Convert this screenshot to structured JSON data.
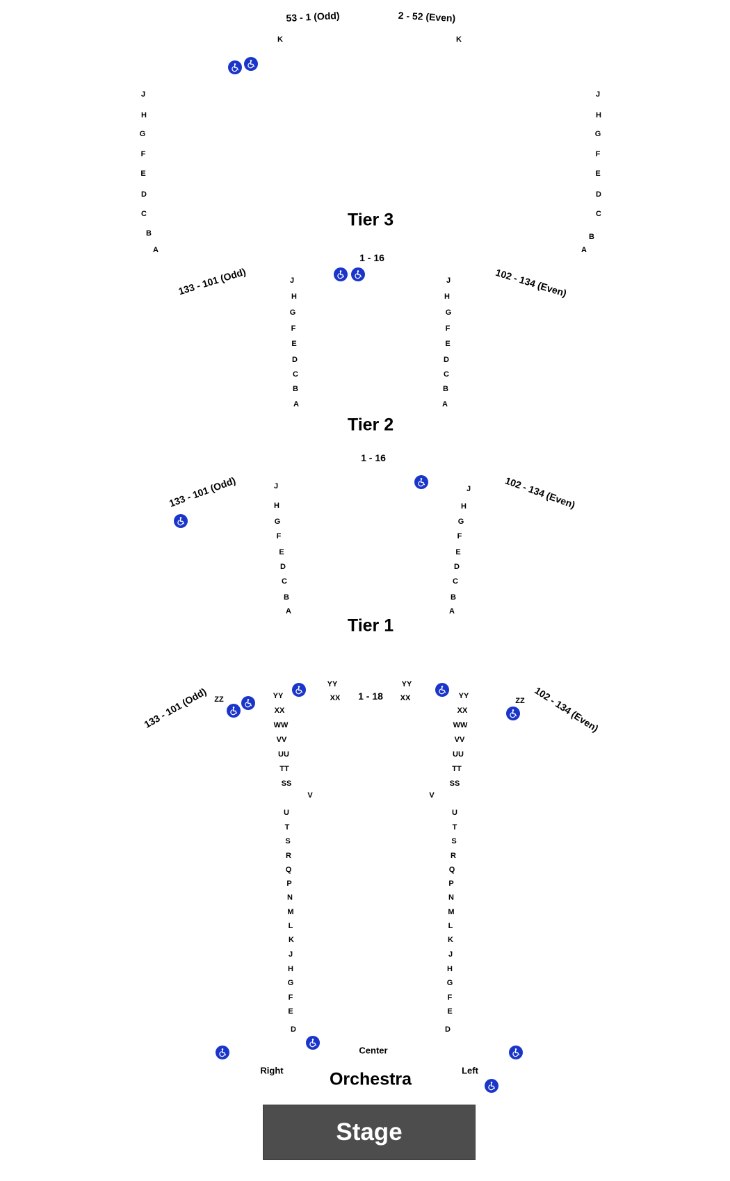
{
  "tiers": {
    "tier3": "Tier 3",
    "tier2": "Tier 2",
    "tier1": "Tier 1",
    "orchestra": "Orchestra"
  },
  "stage": "Stage",
  "seat_ranges": {
    "t3_left_top": "53 - 1 (Odd)",
    "t3_right_top": "2 - 52 (Even)",
    "t3_center": "1 - 16",
    "t3_left_side": "133 - 101 (Odd)",
    "t3_right_side": "102 - 134 (Even)",
    "t2_center": "1 - 16",
    "t2_left_side": "133 - 101 (Odd)",
    "t2_right_side": "102 - 134 (Even)",
    "orch_center": "1 - 18",
    "orch_left_side": "133 - 101 (Odd)",
    "orch_right_side": "102 - 134 (Even)"
  },
  "positions": {
    "center": "Center",
    "right": "Right",
    "left": "Left"
  },
  "rows": {
    "t3_top": [
      "K",
      "K"
    ],
    "t3_outer": [
      "J",
      "H",
      "G",
      "F",
      "E",
      "D",
      "C",
      "B",
      "A"
    ],
    "t3_inner": [
      "J",
      "H",
      "G",
      "F",
      "E",
      "D",
      "C",
      "B",
      "A"
    ],
    "t2_inner": [
      "J",
      "H",
      "G",
      "F",
      "E",
      "D",
      "C",
      "B",
      "A"
    ],
    "orch_top": [
      "YY",
      "XX",
      "YY",
      "XX"
    ],
    "orch_zz": [
      "ZZ",
      "ZZ"
    ],
    "orch_upper": [
      "YY",
      "XX",
      "WW",
      "VV",
      "UU",
      "TT",
      "SS"
    ],
    "orch_v": [
      "V",
      "V"
    ],
    "orch_lower": [
      "U",
      "T",
      "S",
      "R",
      "Q",
      "P",
      "N",
      "M",
      "L",
      "K",
      "J",
      "H",
      "G",
      "F",
      "E",
      "D"
    ]
  },
  "icon": "wheelchair-accessible-icon",
  "colors": {
    "accessible": "#1a35c9",
    "stage": "#4d4d4d"
  }
}
